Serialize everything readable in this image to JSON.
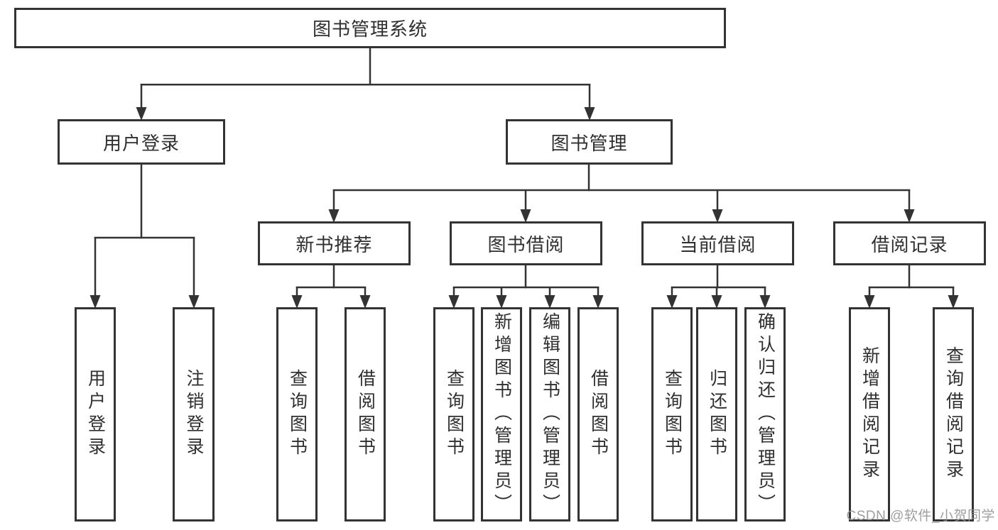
{
  "root": {
    "label": "图书管理系统"
  },
  "branches": [
    {
      "label": "用户登录",
      "children": [
        {
          "label": "用户登录"
        },
        {
          "label": "注销登录"
        }
      ]
    },
    {
      "label": "图书管理",
      "children": [
        {
          "label": "新书推荐",
          "children": [
            {
              "label": "查询图书"
            },
            {
              "label": "借阅图书"
            }
          ]
        },
        {
          "label": "图书借阅",
          "children": [
            {
              "label": "查询图书"
            },
            {
              "label": "新增图书（管理员）"
            },
            {
              "label": "编辑图书（管理员）"
            },
            {
              "label": "借阅图书"
            }
          ]
        },
        {
          "label": "当前借阅",
          "children": [
            {
              "label": "查询图书"
            },
            {
              "label": "归还图书"
            },
            {
              "label": "确认归还（管理员）"
            }
          ]
        },
        {
          "label": "借阅记录",
          "children": [
            {
              "label": "新增借阅记录"
            },
            {
              "label": "查询借阅记录"
            }
          ]
        }
      ]
    }
  ],
  "watermark": "CSDN @软件_小贺同学",
  "colors": {
    "line": "#333333",
    "text": "#2f2f2f",
    "watermark": "#949494",
    "background": "#ffffff"
  }
}
